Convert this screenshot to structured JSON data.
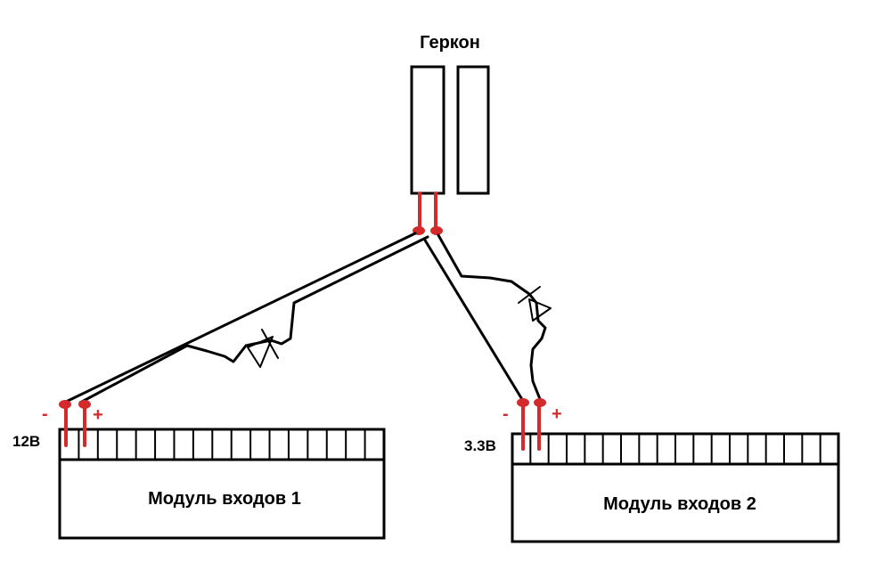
{
  "reed_switch": {
    "label": "Геркон"
  },
  "module1": {
    "label": "Модуль входов 1",
    "voltage": "12В",
    "minus": "-",
    "plus": "+",
    "terminals": 17
  },
  "module2": {
    "label": "Модуль входов 2",
    "voltage": "3.3В",
    "minus": "-",
    "plus": "+",
    "terminals": 18
  },
  "colors": {
    "wire": "#000000",
    "pin": "#d42a2a",
    "sign": "#d42a2a"
  }
}
